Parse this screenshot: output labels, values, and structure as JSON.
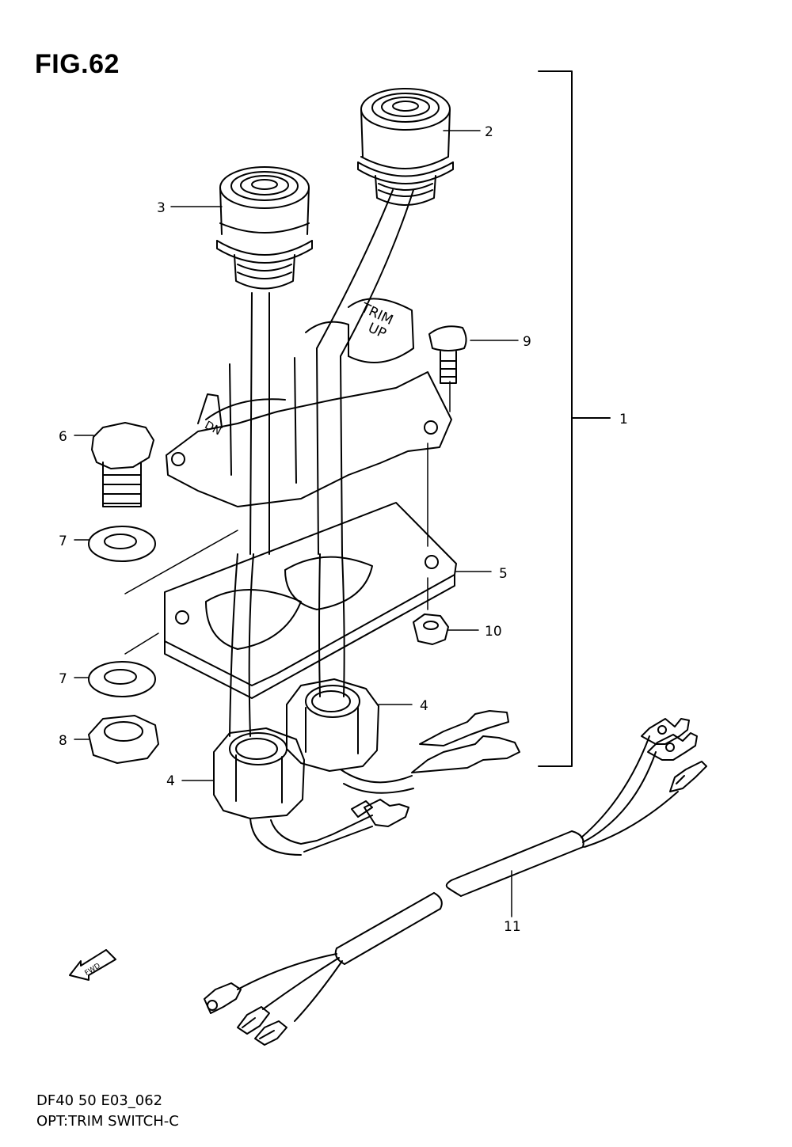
{
  "figure": {
    "title": "FIG.62",
    "code": "DF40 50 E03_062",
    "name": "OPT:TRIM SWITCH-C"
  },
  "labels": {
    "trim": "TRIM",
    "up": "UP",
    "dn": "DN",
    "fwd": "FWD"
  },
  "callouts": [
    "1",
    "2",
    "3",
    "4",
    "4",
    "5",
    "6",
    "7",
    "7",
    "8",
    "9",
    "10",
    "11"
  ]
}
